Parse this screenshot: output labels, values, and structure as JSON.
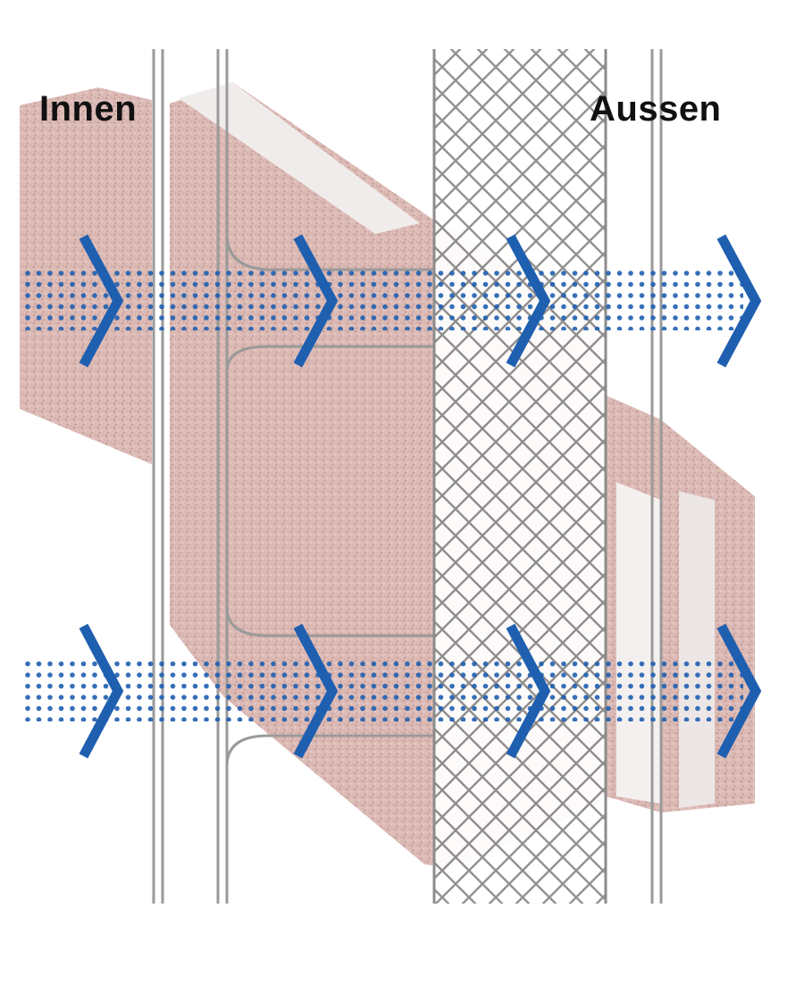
{
  "labels": {
    "inside": "Innen",
    "outside": "Aussen"
  },
  "flows": [
    {
      "name": "upper-vapor-flow"
    },
    {
      "name": "lower-vapor-flow"
    }
  ],
  "colors": {
    "brick": "#d9b6b1",
    "brick_dark": "#b88f8a",
    "insulation": "#f3eeee",
    "flow": "#1f5fb0",
    "frame_line": "#9a9a9a",
    "mesh_line": "#8c8c8c",
    "text": "#111111"
  },
  "icons": [
    "chevron-right-icon",
    "dotted-flow-band"
  ]
}
